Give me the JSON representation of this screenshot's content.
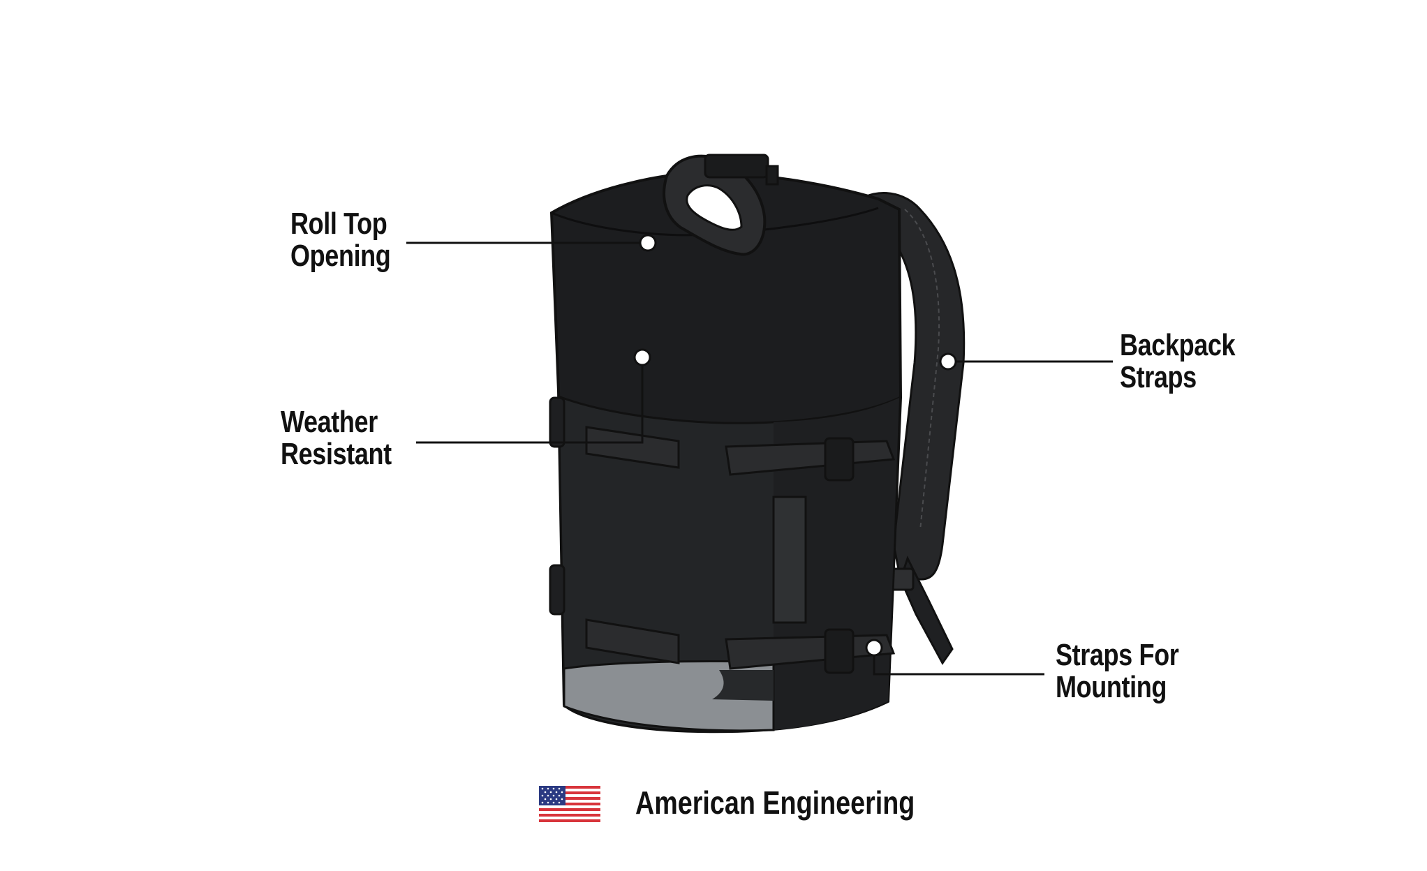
{
  "callouts": {
    "roll_top": {
      "line1": "Roll Top",
      "line2": "Opening"
    },
    "weather": {
      "line1": "Weather",
      "line2": "Resistant"
    },
    "backpack": {
      "line1": "Backpack",
      "line2": "Straps"
    },
    "mounting": {
      "line1": "Straps For",
      "line2": "Mounting"
    }
  },
  "footer": {
    "text": "American Engineering",
    "flag_icon": "us-flag-icon"
  },
  "colors": {
    "bag_body": "#1c1d1f",
    "bag_band": "#232527",
    "bag_bottom": "#8b8f93",
    "strap": "#2b2c2e",
    "callout_line": "#111111",
    "flag_red": "#d8343b",
    "flag_blue": "#2b3a82"
  }
}
